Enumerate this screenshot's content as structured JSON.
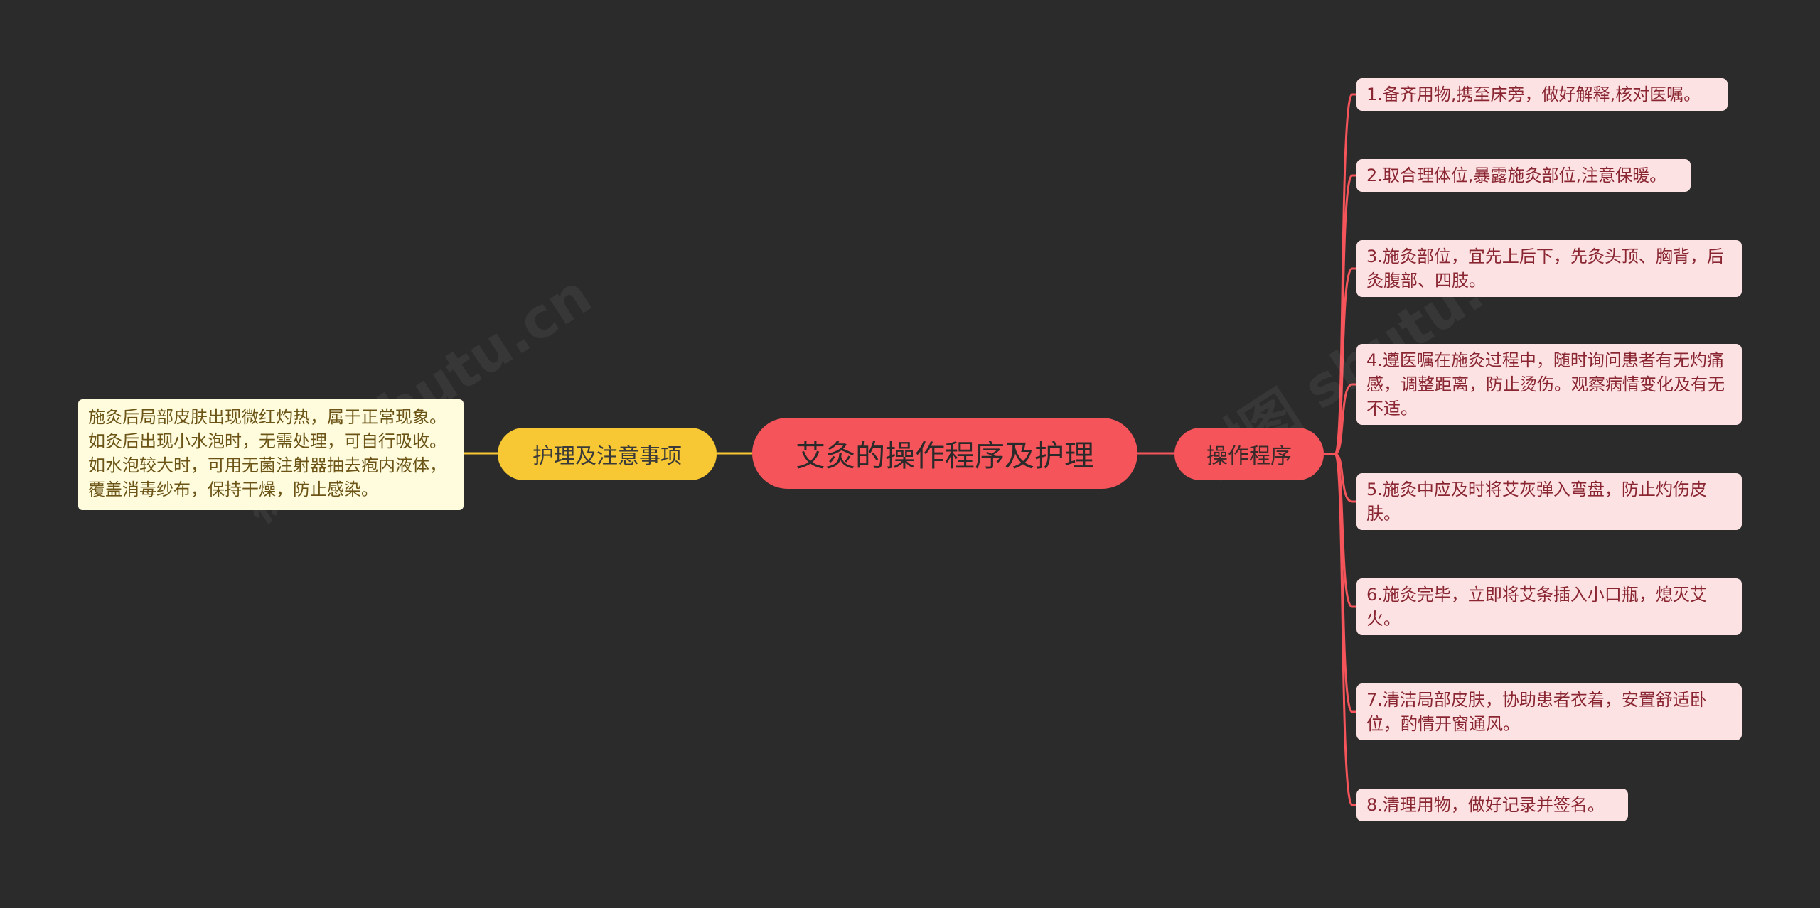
{
  "root": {
    "label": "艾灸的操作程序及护理"
  },
  "left_branch": {
    "label": "护理及注意事项",
    "note": "施灸后局部皮肤出现微红灼热，属于正常现象。如灸后出现小水泡时，无需处理，可自行吸收。如水泡较大时，可用无菌注射器抽去疱内液体，覆盖消毒纱布，保持干燥，防止感染。"
  },
  "right_branch": {
    "label": "操作程序",
    "items": [
      "1.备齐用物,携至床旁，做好解释,核对医嘱。",
      "2.取合理体位,暴露施灸部位,注意保暖。",
      "3.施灸部位，宜先上后下，先灸头顶、胸背，后灸腹部、四肢。",
      "4.遵医嘱在施灸过程中，随时询问患者有无灼痛感，调整距离，防止烫伤。观察病情变化及有无不适。",
      "5.施灸中应及时将艾灰弹入弯盘，防止灼伤皮肤。",
      "6.施灸完毕，立即将艾条插入小口瓶，熄灭艾火。",
      "7.清洁局部皮肤，协助患者衣着，安置舒适卧位，酌情开窗通风。",
      "8.清理用物，做好记录并签名。"
    ]
  },
  "watermarks": [
    "树图 shutu.cn",
    "树图 shutu.cn"
  ],
  "colors": {
    "background": "#2b2b2b",
    "root": "#f4545a",
    "left_branch": "#f7c833",
    "right_branch": "#f4545a",
    "leaf_bg": "#fde2e3",
    "leaf_text": "#8a2632",
    "note_bg": "#fffbdd",
    "right_connector": "#f4545a",
    "left_connector": "#f7c833"
  }
}
